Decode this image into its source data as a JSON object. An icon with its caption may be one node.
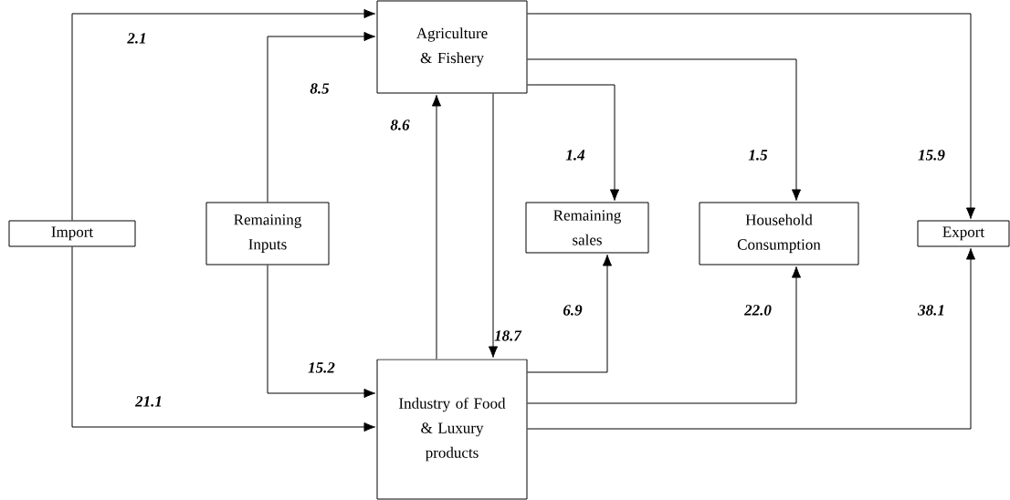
{
  "diagram": {
    "nodes": [
      {
        "text": [
          "Agriculture & Fishery"
        ]
      },
      {
        "text": [
          "Import"
        ]
      },
      {
        "text": [
          "Remaining Inputs"
        ]
      },
      {
        "text": [
          "Remaining sales"
        ]
      },
      {
        "text": [
          "Household Consumption"
        ]
      },
      {
        "text": [
          "Export"
        ]
      },
      {
        "text": [
          "Industry of Food & Luxury products"
        ]
      }
    ],
    "edges": [
      {
        "from": 1,
        "to": 0,
        "arrow": "to",
        "label": "2.1"
      },
      {
        "from": 2,
        "to": 0,
        "arrow": "to",
        "label": "8.5"
      },
      {
        "from": 6,
        "to": 0,
        "arrow": "to",
        "label": "8.6"
      },
      {
        "from": 0,
        "to": 6,
        "arrow": "to",
        "label": "18.7"
      },
      {
        "from": 0,
        "to": 3,
        "arrow": "to",
        "label": "1.4"
      },
      {
        "from": 0,
        "to": 4,
        "arrow": "to",
        "label": "1.5"
      },
      {
        "from": 0,
        "to": 5,
        "arrow": "to",
        "label": "15.9"
      },
      {
        "from": 2,
        "to": 6,
        "arrow": "to",
        "label": "15.2"
      },
      {
        "from": 1,
        "to": 6,
        "arrow": "to",
        "label": "21.1"
      },
      {
        "from": 6,
        "to": 3,
        "arrow": "to",
        "label": "6.9"
      },
      {
        "from": 6,
        "to": 4,
        "arrow": "to",
        "label": "22.0"
      },
      {
        "from": 6,
        "to": 5,
        "arrow": "to",
        "label": "38.1"
      }
    ]
  }
}
